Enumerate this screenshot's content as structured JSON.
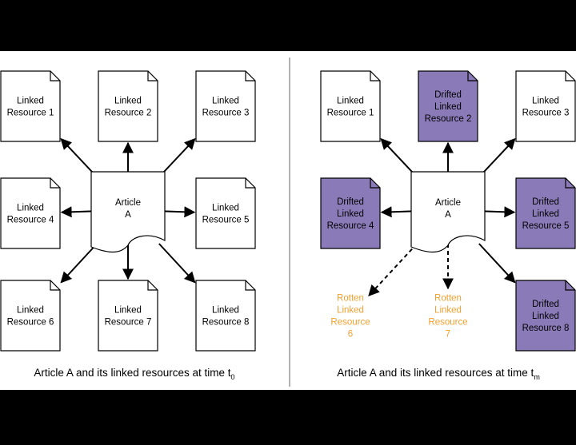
{
  "colors": {
    "background": "#000000",
    "panel": "#ffffff",
    "drifted_fill": "#8b7ab8",
    "rotten_text": "#f0a030",
    "stroke": "#000000"
  },
  "left_panel": {
    "caption_main": "Article A and its linked resources at time t",
    "caption_sub": "0",
    "article": {
      "line1": "Article",
      "line2": "A"
    },
    "resources": [
      {
        "id": 1,
        "lines": [
          "Linked",
          "Resource 1"
        ],
        "status": "linked"
      },
      {
        "id": 2,
        "lines": [
          "Linked",
          "Resource 2"
        ],
        "status": "linked"
      },
      {
        "id": 3,
        "lines": [
          "Linked",
          "Resource 3"
        ],
        "status": "linked"
      },
      {
        "id": 4,
        "lines": [
          "Linked",
          "Resource 4"
        ],
        "status": "linked"
      },
      {
        "id": 5,
        "lines": [
          "Linked",
          "Resource 5"
        ],
        "status": "linked"
      },
      {
        "id": 6,
        "lines": [
          "Linked",
          "Resource 6"
        ],
        "status": "linked"
      },
      {
        "id": 7,
        "lines": [
          "Linked",
          "Resource 7"
        ],
        "status": "linked"
      },
      {
        "id": 8,
        "lines": [
          "Linked",
          "Resource 8"
        ],
        "status": "linked"
      }
    ]
  },
  "right_panel": {
    "caption_main": "Article A and its linked resources at time t",
    "caption_sub": "m",
    "article": {
      "line1": "Article",
      "line2": "A"
    },
    "resources": [
      {
        "id": 1,
        "lines": [
          "Linked",
          "Resource 1"
        ],
        "status": "linked"
      },
      {
        "id": 2,
        "lines": [
          "Drifted",
          "Linked",
          "Resource 2"
        ],
        "status": "drifted"
      },
      {
        "id": 3,
        "lines": [
          "Linked",
          "Resource 3"
        ],
        "status": "linked"
      },
      {
        "id": 4,
        "lines": [
          "Drifted",
          "Linked",
          "Resource 4"
        ],
        "status": "drifted"
      },
      {
        "id": 5,
        "lines": [
          "Drifted",
          "Linked",
          "Resource 5"
        ],
        "status": "drifted"
      },
      {
        "id": 6,
        "lines": [
          "Rotten",
          "Linked",
          "Resource",
          "6"
        ],
        "status": "rotten"
      },
      {
        "id": 7,
        "lines": [
          "Rotten",
          "Linked",
          "Resource",
          "7"
        ],
        "status": "rotten"
      },
      {
        "id": 8,
        "lines": [
          "Drifted",
          "Linked",
          "Resource 8"
        ],
        "status": "drifted"
      }
    ]
  }
}
